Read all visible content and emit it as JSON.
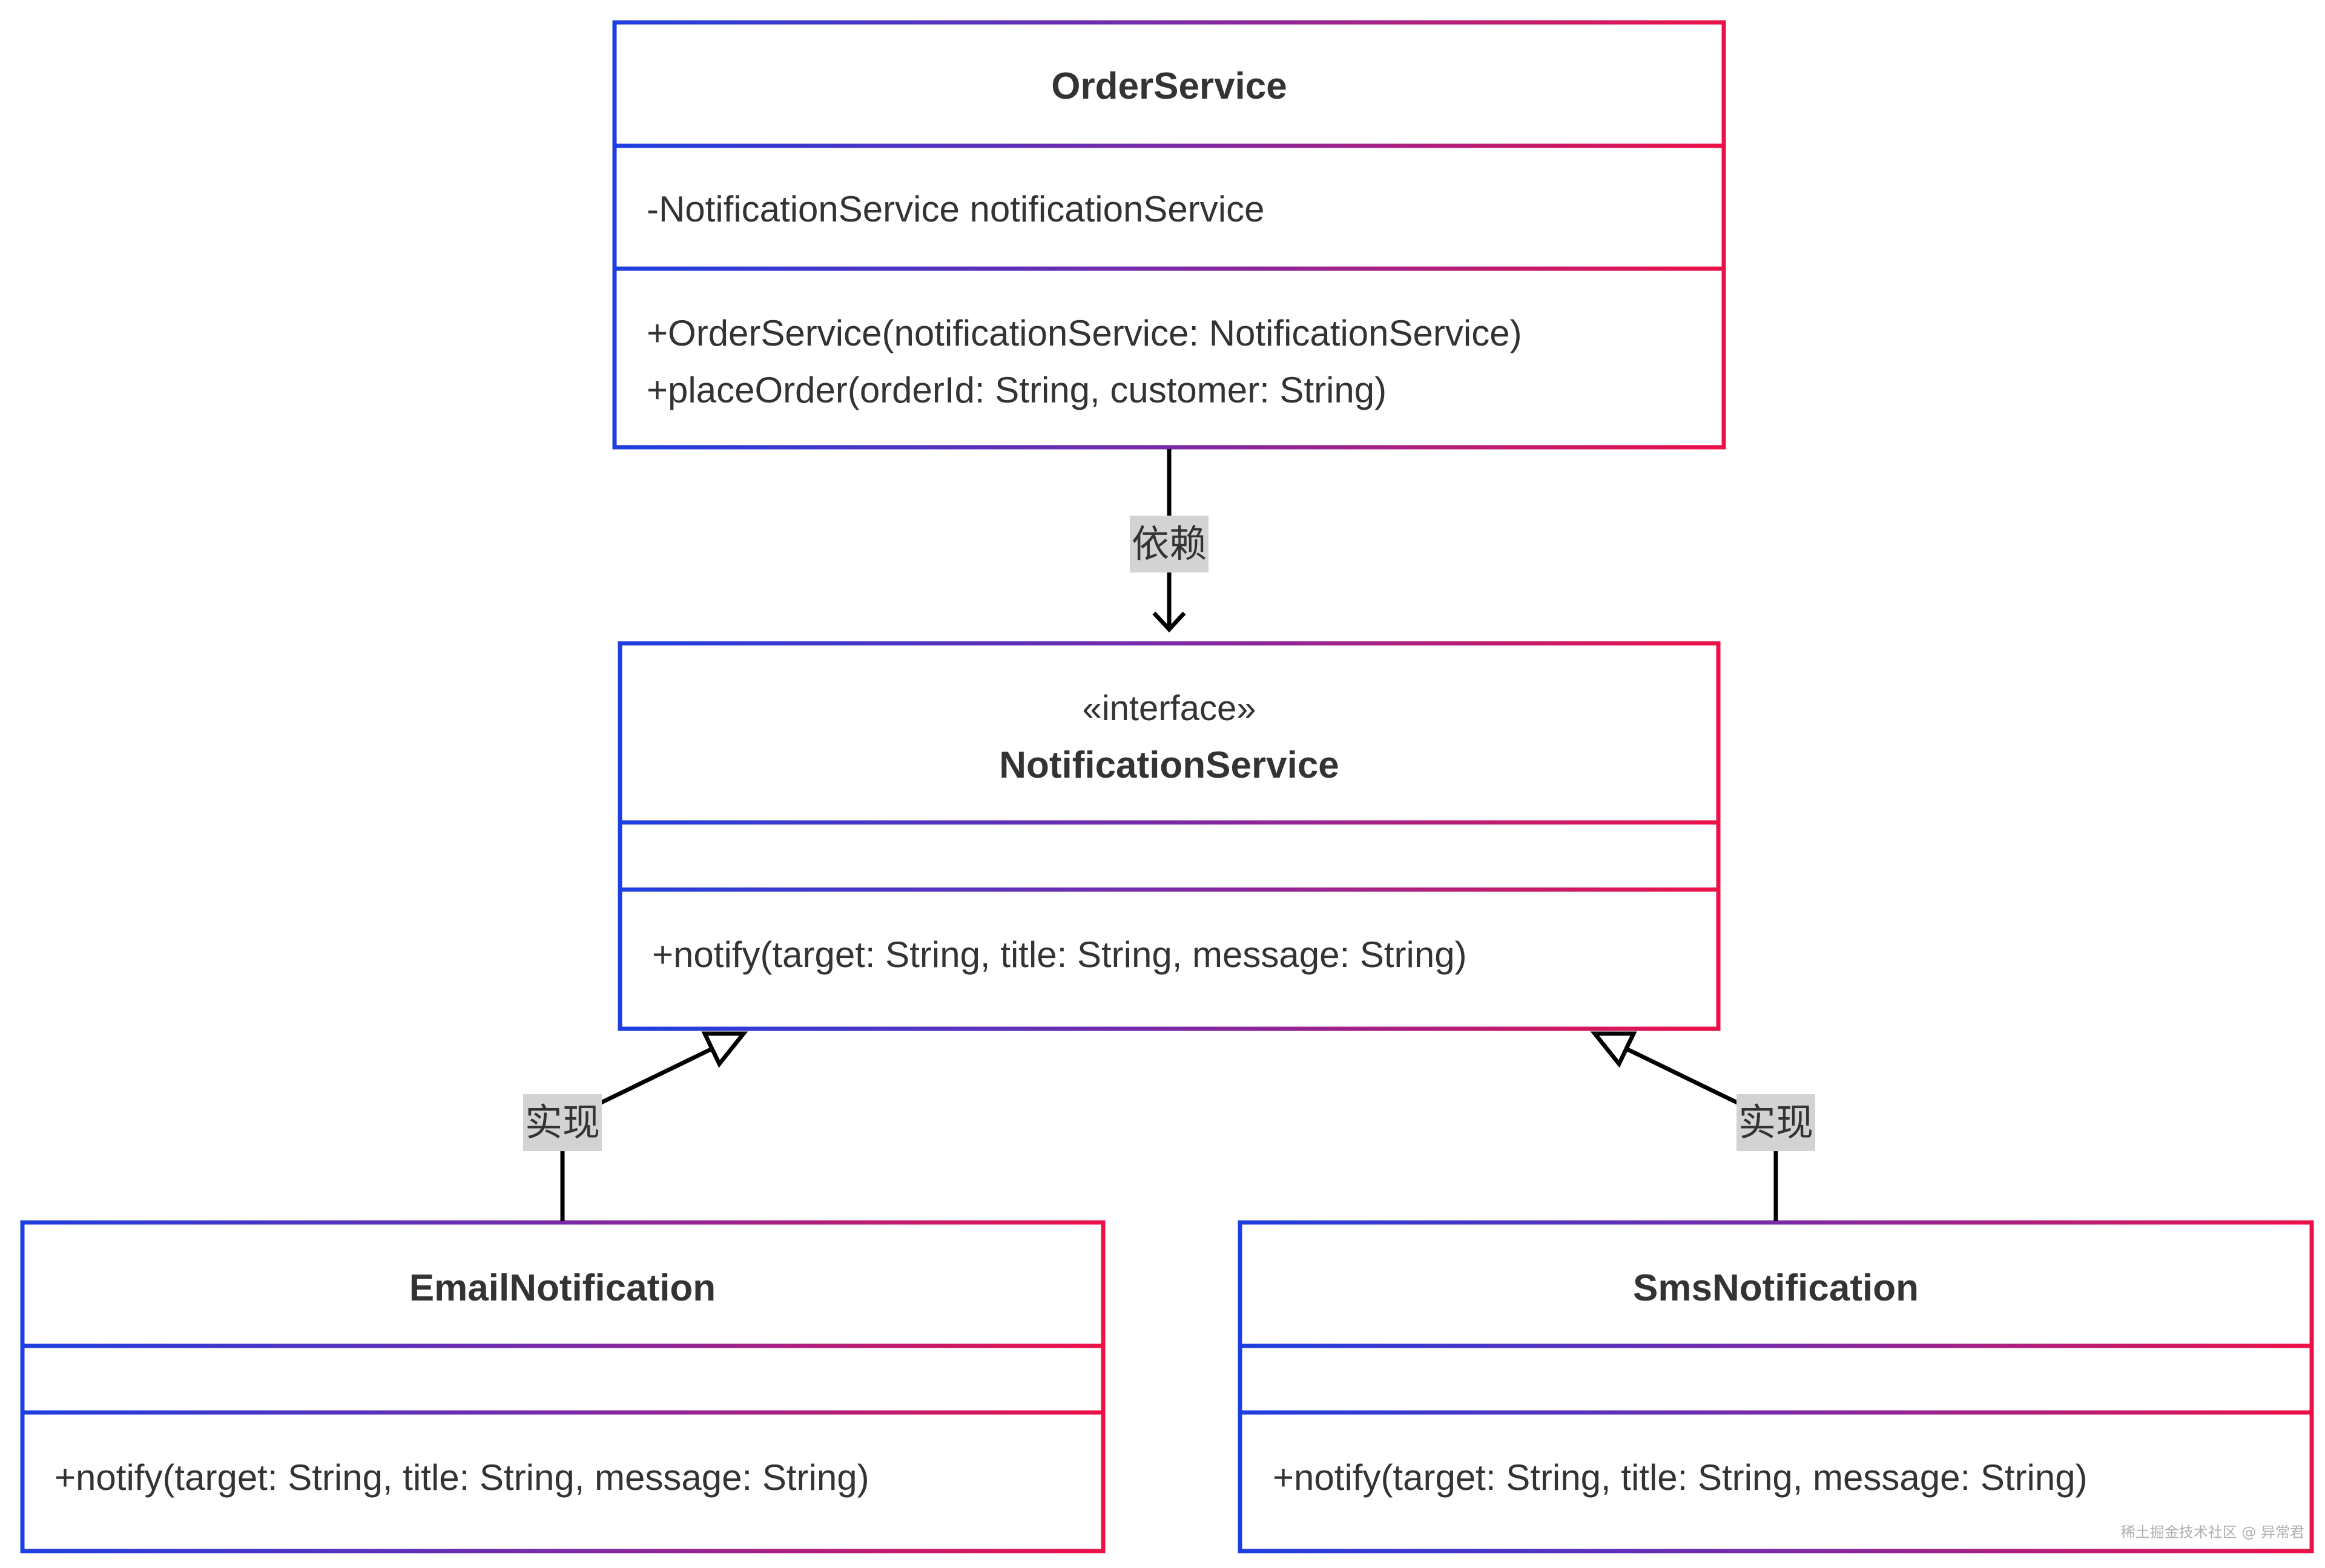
{
  "classes": {
    "order_service": {
      "name": "OrderService",
      "attributes": [
        "-NotificationService notificationService"
      ],
      "methods": [
        "+OrderService(notificationService: NotificationService)",
        "+placeOrder(orderId: String, customer: String)"
      ]
    },
    "notification_service": {
      "stereotype": "«interface»",
      "name": "NotificationService",
      "methods": [
        "+notify(target: String, title: String, message: String)"
      ]
    },
    "email_notification": {
      "name": "EmailNotification",
      "methods": [
        "+notify(target: String, title: String, message: String)"
      ]
    },
    "sms_notification": {
      "name": "SmsNotification",
      "methods": [
        "+notify(target: String, title: String, message: String)"
      ]
    }
  },
  "relations": {
    "dependency": {
      "label": "依赖"
    },
    "email_realization": {
      "label": "实现"
    },
    "sms_realization": {
      "label": "实现"
    }
  },
  "colors": {
    "border_gradient_start": "#1e3fe0",
    "border_gradient_mid": "#7a2aa8",
    "border_gradient_end": "#ee1148",
    "edge_line": "#000000",
    "edge_label_bg": "#d3d3d3",
    "text": "#333333"
  },
  "watermark": "稀土掘金技术社区 @ 异常君"
}
